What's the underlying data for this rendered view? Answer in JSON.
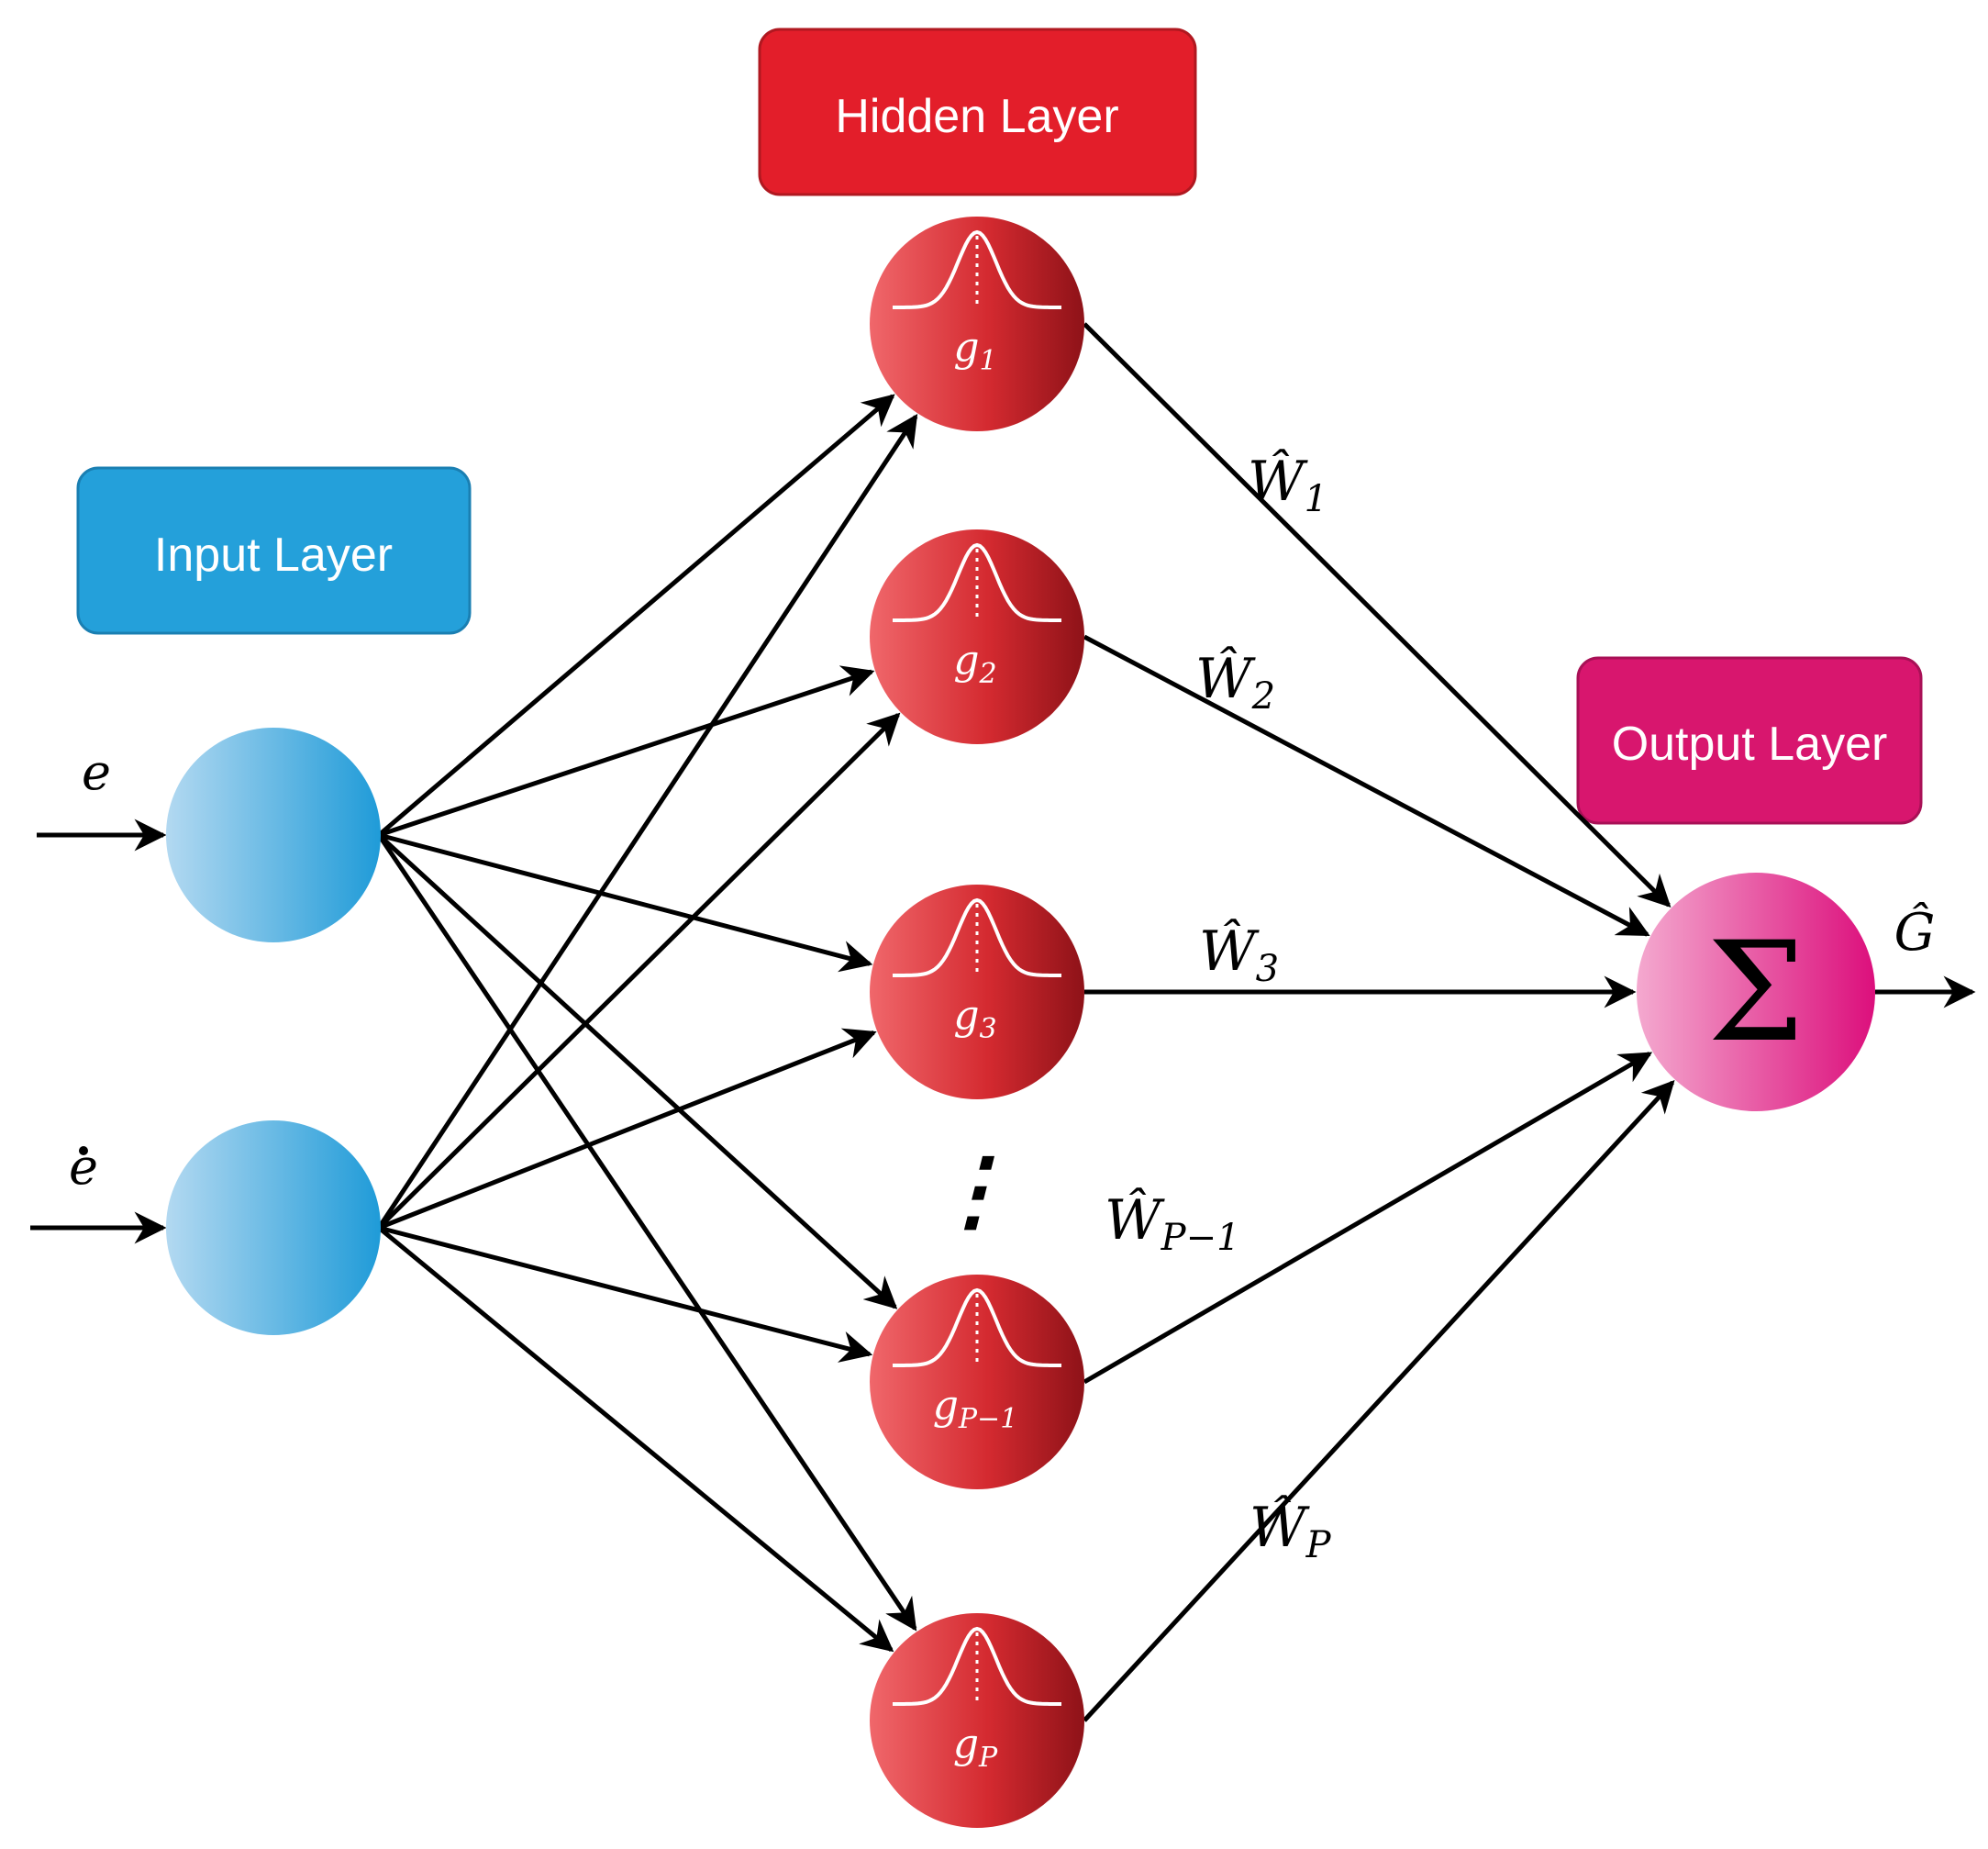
{
  "layers": {
    "input": {
      "label": "Input Layer",
      "color": "#24a0da"
    },
    "hidden": {
      "label": "Hidden Layer",
      "color": "#e31e2a"
    },
    "output": {
      "label": "Output Layer",
      "color": "#d8166e"
    }
  },
  "inputs": [
    {
      "id": "e",
      "label": "e",
      "dot": false
    },
    {
      "id": "edot",
      "label": "e",
      "dot": true
    }
  ],
  "hidden_nodes": [
    {
      "id": "g1",
      "base": "g",
      "sub": "1"
    },
    {
      "id": "g2",
      "base": "g",
      "sub": "2"
    },
    {
      "id": "g3",
      "base": "g",
      "sub": "3"
    },
    {
      "id": "gP-1",
      "base": "g",
      "sub": "P−1"
    },
    {
      "id": "gP",
      "base": "g",
      "sub": "P"
    }
  ],
  "ellipsis": "⋮",
  "weights": [
    {
      "base": "Ŵ",
      "sub": "1"
    },
    {
      "base": "Ŵ",
      "sub": "2"
    },
    {
      "base": "Ŵ",
      "sub": "3"
    },
    {
      "base": "Ŵ",
      "sub": "P−1"
    },
    {
      "base": "Ŵ",
      "sub": "P"
    }
  ],
  "output_node": {
    "symbol": "Σ"
  },
  "output_label": "Ĝ"
}
